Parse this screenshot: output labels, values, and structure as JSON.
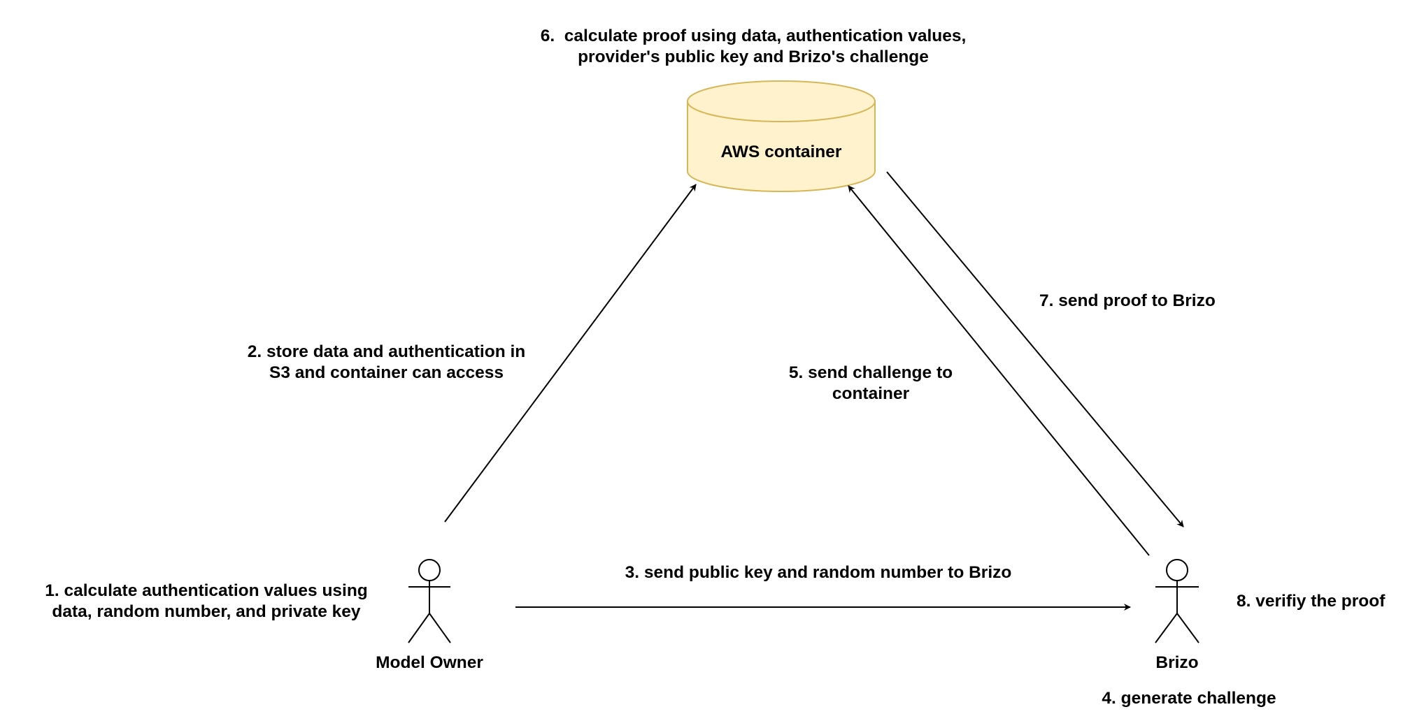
{
  "container": {
    "label": "AWS container",
    "fill": "#fff2cc",
    "stroke": "#d6b656"
  },
  "actors": {
    "model_owner": "Model Owner",
    "brizo": "Brizo"
  },
  "steps": {
    "s1": "1. calculate authentication values using\ndata, random number, and private key",
    "s2": "2. store data and authentication in\nS3 and container can access",
    "s3": "3. send public key and random number to Brizo",
    "s4": "4. generate challenge",
    "s5": "5. send challenge to\ncontainer",
    "s6": "6.  calculate proof using data, authentication values,\nprovider's public key and Brizo's challenge",
    "s7": "7. send proof to Brizo",
    "s8": "8. verifiy the proof"
  }
}
